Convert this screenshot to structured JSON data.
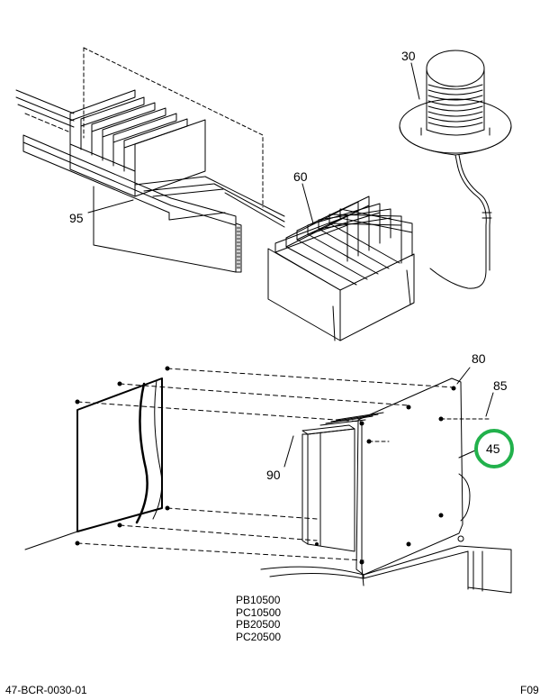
{
  "callouts": {
    "c30": "30",
    "c60": "60",
    "c95": "95",
    "c80": "80",
    "c85": "85",
    "c45": "45",
    "c90": "90"
  },
  "highlight": {
    "callout": "45",
    "color": "#22b14c"
  },
  "models": [
    "PB10500",
    "PC10500",
    "PB20500",
    "PC20500"
  ],
  "footer": {
    "drawing_number": "47-BCR-0030-01",
    "sheet": "F09"
  },
  "colors": {
    "line": "#000000",
    "background": "#ffffff",
    "highlight": "#22b14c"
  }
}
